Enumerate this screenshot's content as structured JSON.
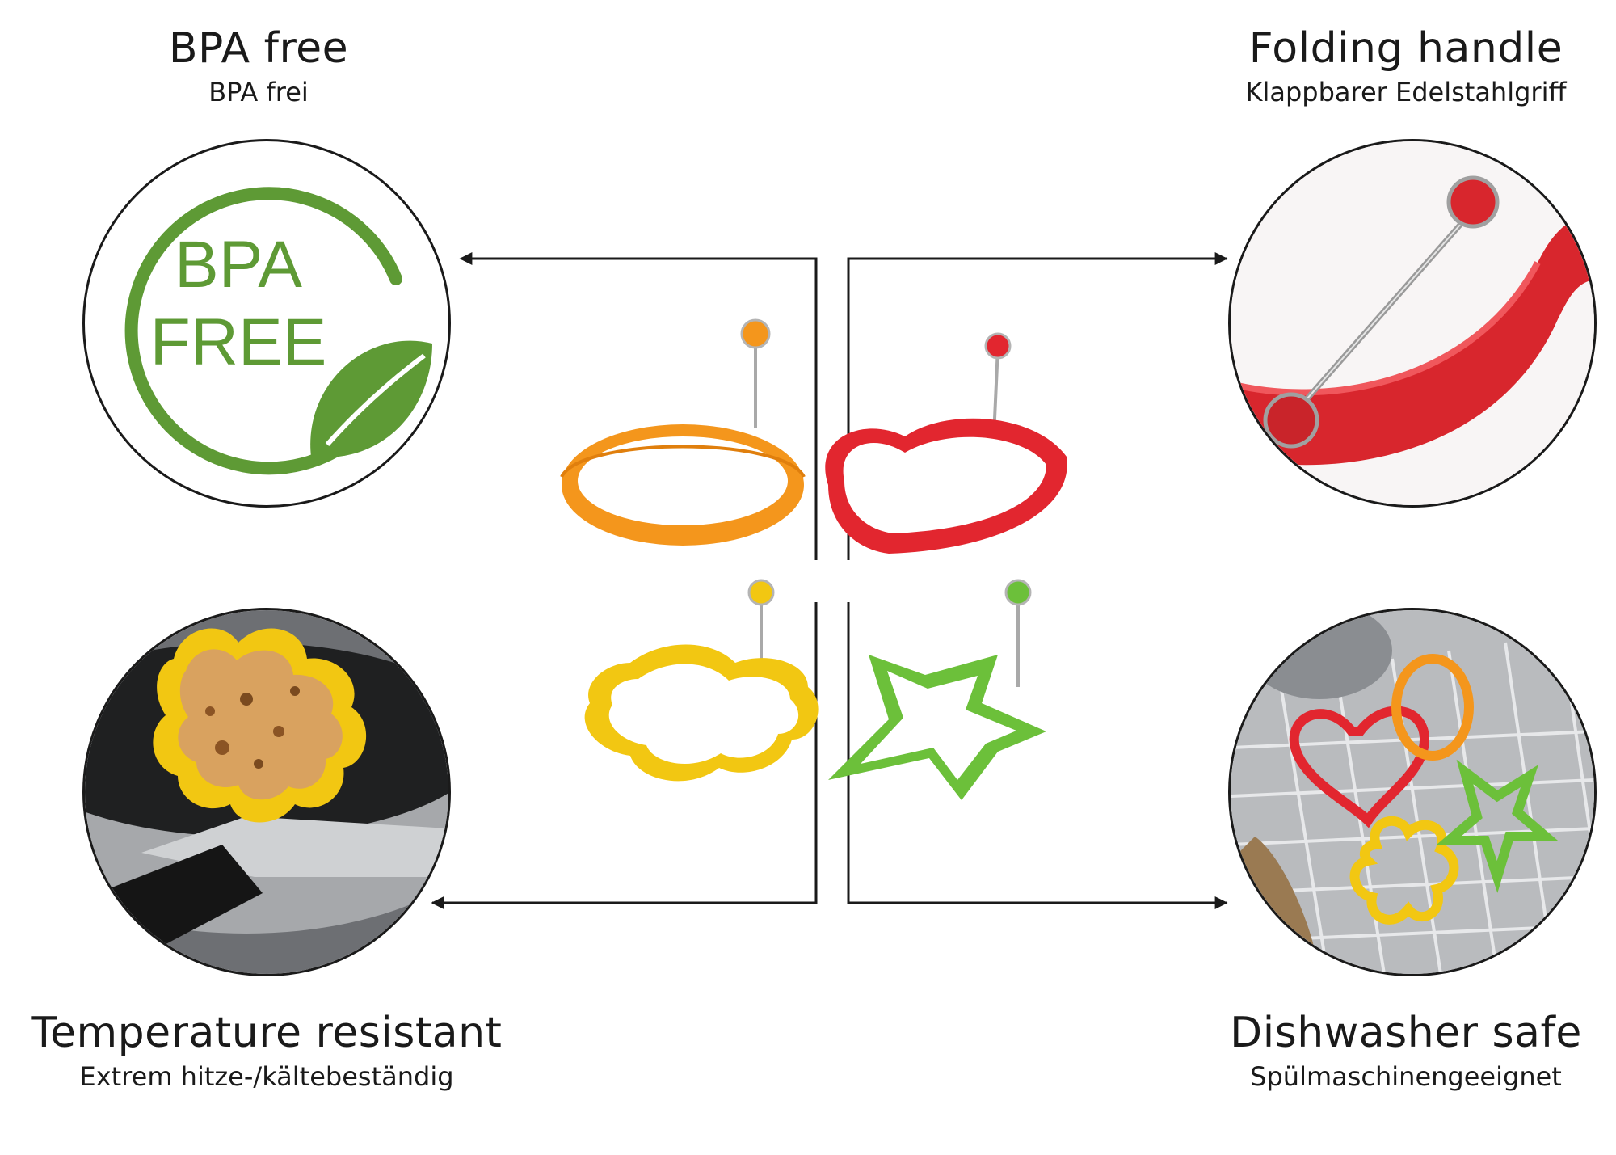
{
  "features": {
    "bpa": {
      "en": "BPA free",
      "de": "BPA frei"
    },
    "folding": {
      "en": "Folding handle",
      "de": "Klappbarer Edelstahlgriff"
    },
    "temperature": {
      "en": "Temperature resistant",
      "de": "Extrem hitze-/kältebeständig"
    },
    "dishwasher": {
      "en": "Dishwasher safe",
      "de": "Spülmaschinengeeignet"
    }
  },
  "badge": {
    "line1": "BPA",
    "line2": "FREE"
  },
  "colors": {
    "badge_green": "#5e9a35",
    "ring_orange": "#f4961c",
    "ring_red": "#e2262f",
    "ring_yellow": "#f2c712",
    "ring_green": "#6cc03a",
    "line": "#1a1a1a"
  }
}
